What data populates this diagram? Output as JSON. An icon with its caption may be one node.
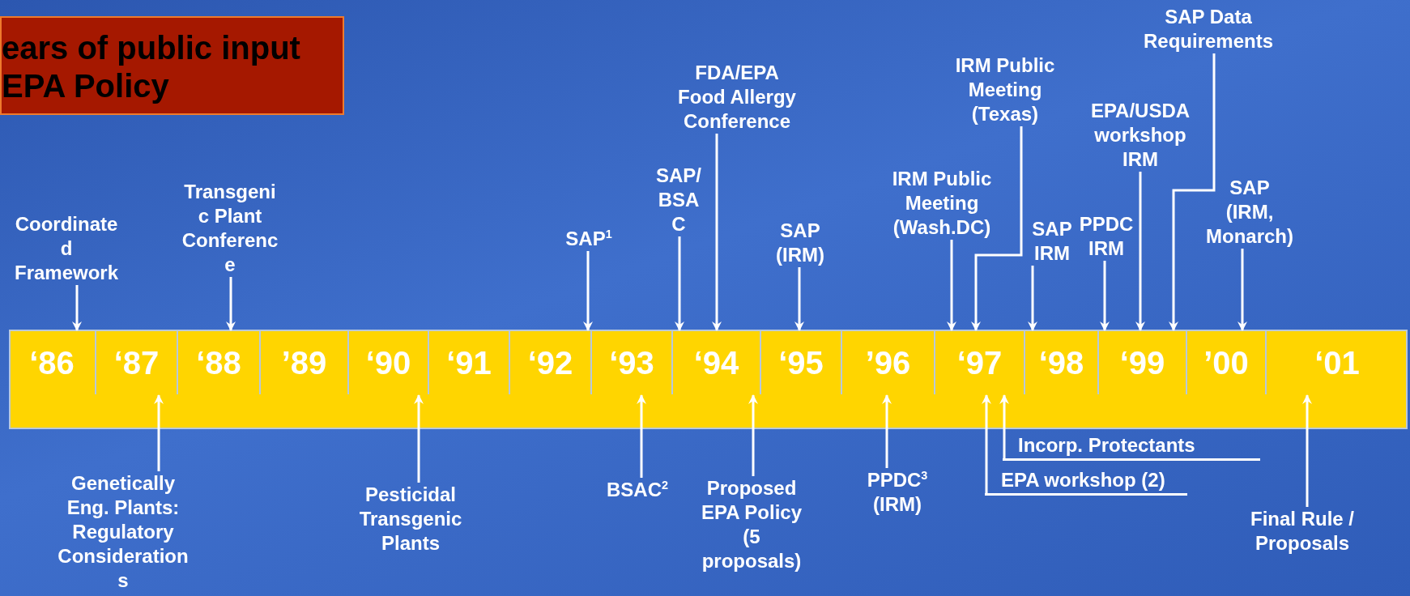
{
  "diagram": {
    "nodes": [
      {
        "text": [
          "ears of public input EPA Policy"
        ]
      },
      {
        "text": [],
        "shape": "bar"
      },
      {
        "text": [
          "‘86"
        ],
        "in": 1
      },
      {
        "text": [
          "‘87"
        ],
        "in": 1
      },
      {
        "text": [
          "‘88"
        ],
        "in": 1
      },
      {
        "text": [
          "’89"
        ],
        "in": 1
      },
      {
        "text": [
          "‘90"
        ],
        "in": 1
      },
      {
        "text": [
          "‘91"
        ],
        "in": 1
      },
      {
        "text": [
          "‘92"
        ],
        "in": 1
      },
      {
        "text": [
          "‘93"
        ],
        "in": 1
      },
      {
        "text": [
          "‘94"
        ],
        "in": 1
      },
      {
        "text": [
          "‘95"
        ],
        "in": 1
      },
      {
        "text": [
          "’96"
        ],
        "in": 1
      },
      {
        "text": [
          "‘97"
        ],
        "in": 1
      },
      {
        "text": [
          "‘98"
        ],
        "in": 1
      },
      {
        "text": [
          "‘99"
        ],
        "in": 1
      },
      {
        "text": [
          "’00"
        ],
        "in": 1
      },
      {
        "text": [
          "‘01"
        ],
        "in": 1
      },
      {
        "text": [
          "Coordinate d Framework"
        ]
      },
      {
        "text": [
          "Transgeni c Plant Conferenc e"
        ]
      },
      {
        "text": [
          "SAP$^{1}$"
        ]
      },
      {
        "text": [
          "SAP/ BSA C"
        ]
      },
      {
        "text": [
          "FDA/EPA Food Allergy Conference"
        ]
      },
      {
        "text": [
          "SAP (IRM)"
        ]
      },
      {
        "text": [
          "IRM Public Meeting (Wash.DC)"
        ]
      },
      {
        "text": [
          "IRM Public Meeting (Texas)"
        ]
      },
      {
        "text": [
          "SAP IRM"
        ]
      },
      {
        "text": [
          "PPDC IRM"
        ]
      },
      {
        "text": [
          "EPA/USDA workshop IRM"
        ]
      },
      {
        "text": [
          "SAP Data Requirements"
        ]
      },
      {
        "text": [
          "SAP (IRM, Monarch)"
        ]
      },
      {
        "text": [
          "Genetically Eng. Plants: Regulatory Consideration s"
        ]
      },
      {
        "text": [
          "Pesticidal Transgenic Plants"
        ]
      },
      {
        "text": [
          "BSAC$^{2}$"
        ]
      },
      {
        "text": [
          "Proposed EPA Policy (5 proposals)"
        ]
      },
      {
        "text": [
          "PPDC$^{3}$ (IRM)"
        ]
      },
      {
        "text": [
          "Incorp. Protectants"
        ]
      },
      {
        "text": [
          "EPA workshop (2)"
        ]
      },
      {
        "text": [
          "Final Rule / Proposals"
        ]
      }
    ],
    "edges": [
      {
        "from": 18,
        "to": 2,
        "arrow": "to"
      },
      {
        "from": 19,
        "to": 4,
        "arrow": "to"
      },
      {
        "from": 20,
        "to": 8,
        "arrow": "to"
      },
      {
        "from": 21,
        "to": 10,
        "arrow": "to"
      },
      {
        "from": 22,
        "to": 10,
        "arrow": "to"
      },
      {
        "from": 23,
        "to": 11,
        "arrow": "to"
      },
      {
        "from": 24,
        "to": 13,
        "arrow": "to"
      },
      {
        "from": 25,
        "to": 13,
        "arrow": "to"
      },
      {
        "from": 26,
        "to": 14,
        "arrow": "to"
      },
      {
        "from": 27,
        "to": 15,
        "arrow": "to"
      },
      {
        "from": 28,
        "to": 15,
        "arrow": "to"
      },
      {
        "from": 29,
        "to": 15,
        "arrow": "to"
      },
      {
        "from": 30,
        "to": 16,
        "arrow": "to"
      },
      {
        "from": 31,
        "to": 3,
        "arrow": "to"
      },
      {
        "from": 32,
        "to": 6,
        "arrow": "to"
      },
      {
        "from": 33,
        "to": 9,
        "arrow": "to"
      },
      {
        "from": 34,
        "to": 10,
        "arrow": "to"
      },
      {
        "from": 35,
        "to": 12,
        "arrow": "to"
      },
      {
        "from": 36,
        "to": 13,
        "arrow": "to"
      },
      {
        "from": 37,
        "to": 13,
        "arrow": "to"
      },
      {
        "from": 38,
        "to": 17,
        "arrow": "to"
      }
    ]
  }
}
